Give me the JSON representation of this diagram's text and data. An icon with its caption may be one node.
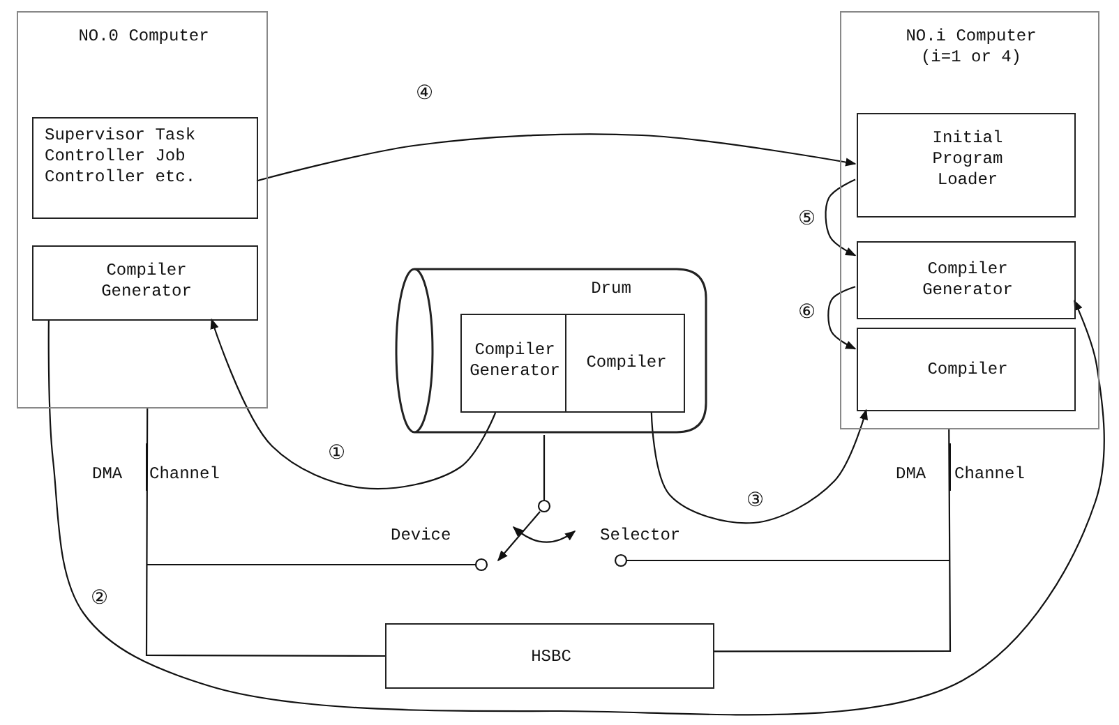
{
  "diagram": {
    "nodes": [
      {
        "text": [
          "NO.0 Computer"
        ]
      },
      {
        "text": [
          "Supervisor Task Controller Job Controller etc."
        ],
        "in": 0
      },
      {
        "text": [
          "Compiler Generator"
        ],
        "in": 0
      },
      {
        "text": [
          "Drum"
        ]
      },
      {
        "text": [
          "Compiler Generator"
        ],
        "in": 3
      },
      {
        "text": [
          "Compiler"
        ],
        "in": 3
      },
      {
        "text": [
          "NO.i Computer (i=1 or 4)"
        ]
      },
      {
        "text": [
          "Initial Program Loader"
        ],
        "in": 6
      },
      {
        "text": [
          "Compiler Generator"
        ],
        "in": 6
      },
      {
        "text": [
          "Compiler"
        ],
        "in": 6
      },
      {
        "text": [
          "HSBC"
        ]
      }
    ],
    "edges": [
      {
        "from": 4,
        "to": 2,
        "arrow": "to",
        "label": "①"
      },
      {
        "from": 2,
        "to": 8,
        "arrow": "to",
        "label": "②"
      },
      {
        "from": 5,
        "to": 9,
        "arrow": "to",
        "label": "③"
      },
      {
        "from": 1,
        "to": 7,
        "arrow": "to",
        "label": "④"
      },
      {
        "from": 7,
        "to": 8,
        "arrow": "to",
        "label": "⑤"
      },
      {
        "from": 8,
        "to": 9,
        "arrow": "to",
        "label": "⑥"
      },
      {
        "from": 0,
        "to": 10,
        "arrow": "none"
      },
      {
        "from": 6,
        "to": 10,
        "arrow": "none"
      }
    ],
    "labels": [
      "DMA",
      "Channel",
      "DMA",
      "Channel",
      "Device",
      "Selector"
    ]
  }
}
